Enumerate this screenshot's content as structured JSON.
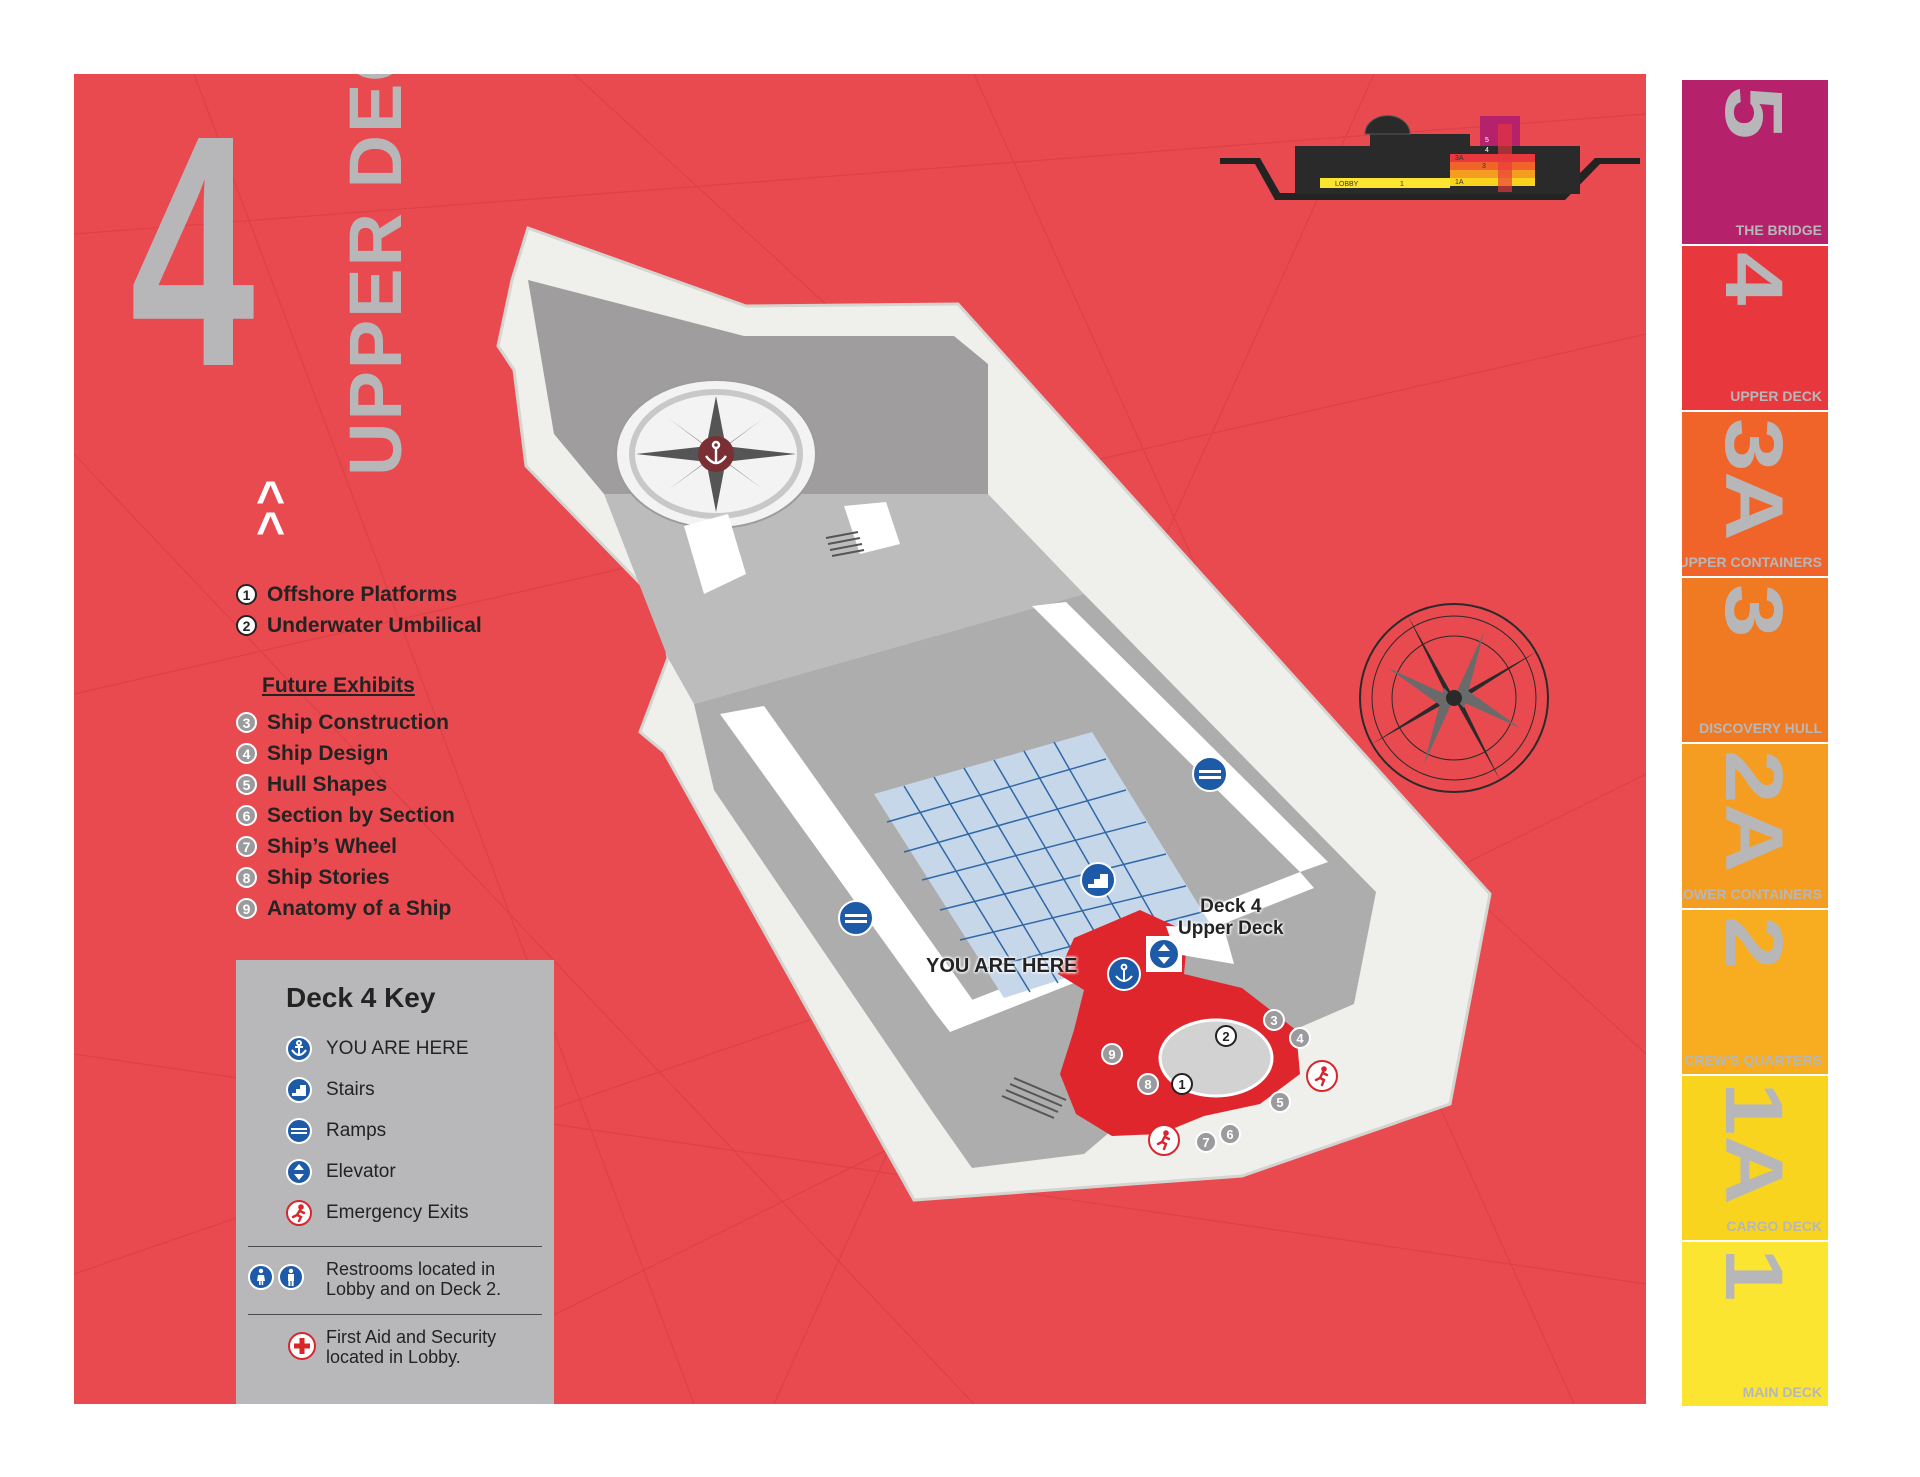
{
  "deck": {
    "number": "4",
    "title": "UPPER DECK",
    "up_symbol": "^^"
  },
  "exhibits": {
    "current": [
      {
        "num": "1",
        "label": "Offshore Platforms"
      },
      {
        "num": "2",
        "label": "Underwater Umbilical"
      }
    ],
    "future_heading": "Future Exhibits",
    "future": [
      {
        "num": "3",
        "label": "Ship Construction"
      },
      {
        "num": "4",
        "label": "Ship Design"
      },
      {
        "num": "5",
        "label": "Hull Shapes"
      },
      {
        "num": "6",
        "label": "Section by Section"
      },
      {
        "num": "7",
        "label": "Ship’s Wheel"
      },
      {
        "num": "8",
        "label": "Ship Stories"
      },
      {
        "num": "9",
        "label": "Anatomy of a Ship"
      }
    ]
  },
  "key": {
    "title": "Deck 4 Key",
    "items": [
      {
        "icon": "anchor-icon",
        "label": "YOU ARE HERE"
      },
      {
        "icon": "stairs-icon",
        "label": "Stairs"
      },
      {
        "icon": "ramp-icon",
        "label": "Ramps"
      },
      {
        "icon": "elevator-icon",
        "label": "Elevator"
      },
      {
        "icon": "emergency-exit-icon",
        "label": "Emergency Exits"
      }
    ],
    "restrooms_note": "Restrooms located in Lobby and on Deck 2.",
    "first_aid_note": "First Aid and Security located in Lobby."
  },
  "map": {
    "deck_label_line1": "Deck 4",
    "deck_label_line2": "Upper Deck",
    "you_are_here": "YOU ARE HERE",
    "exhibit_markers": [
      "1",
      "2",
      "3",
      "4",
      "5",
      "6",
      "7",
      "8",
      "9"
    ]
  },
  "ship_profile": {
    "labels": [
      "LOBBY",
      "1",
      "1A",
      "3A",
      "3",
      "4",
      "5"
    ]
  },
  "deck_stack": [
    {
      "num": "5",
      "name": "THE BRIDGE",
      "color": "#b5226b"
    },
    {
      "num": "4",
      "name": "UPPER DECK",
      "color": "#e8383d"
    },
    {
      "num": "3A",
      "name": "UPPER CONTAINERS",
      "color": "#f0642a"
    },
    {
      "num": "3",
      "name": "DISCOVERY HULL",
      "color": "#f07a22"
    },
    {
      "num": "2A",
      "name": "LOWER CONTAINERS",
      "color": "#f59d20"
    },
    {
      "num": "2",
      "name": "CREW'S QUARTERS",
      "color": "#f7ad1f"
    },
    {
      "num": "1A",
      "name": "CARGO DECK",
      "color": "#f8d41e"
    },
    {
      "num": "1",
      "name": "MAIN DECK",
      "color": "#fbe531"
    }
  ],
  "colors": {
    "background": "#e84a4f",
    "deck_gray": "#b7b7b9",
    "accent_blue": "#1d5aa8",
    "exhibit_red": "#e0262d"
  }
}
